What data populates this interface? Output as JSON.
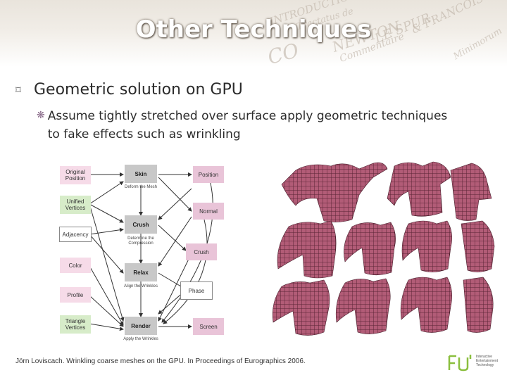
{
  "slide": {
    "title": "Other Techniques",
    "bullet1": "Geometric solution on GPU",
    "bullet2": "Assume tightly stretched over surface apply geometric techniques to fake effects such as wrinkling",
    "citation": "Jörn Loviscach. Wrinkling coarse meshes on the GPU. In Proceedings of Eurographics 2006."
  },
  "header_script": [
    "INTRODUCTION",
    "Commentaire",
    "LE SPUR",
    "& FRANCOIS",
    "CO",
    "NEWTON",
    "Tractatus de",
    "Minimorum"
  ],
  "diagram": {
    "inputs": [
      "Original Position",
      "Unified Vertices",
      "Adjacency",
      "Color",
      "Profile",
      "Triangle Vertices"
    ],
    "processes": [
      "Skin",
      "Crush",
      "Relax",
      "Render"
    ],
    "process_notes": [
      "Deform the Mesh",
      "Determine the Compression",
      "Align the Wrinkles",
      "Apply the Wrinkles"
    ],
    "outputs": [
      "Position",
      "Normal",
      "Crush",
      "Phase",
      "Screen"
    ]
  },
  "logo": {
    "lines": [
      "Interactive",
      "Entertainment",
      "Technology"
    ]
  },
  "colors": {
    "title": "#ffffff",
    "input_fill": "#f6dbe8",
    "green_fill": "#d7ecc9",
    "process_fill": "#c8c8c8",
    "output_fill": "#e9c4d8",
    "shirt": "#a8566f"
  },
  "icons": {
    "bullet1": "square-bullet-icon",
    "bullet2": "diamond-bullet-icon"
  }
}
